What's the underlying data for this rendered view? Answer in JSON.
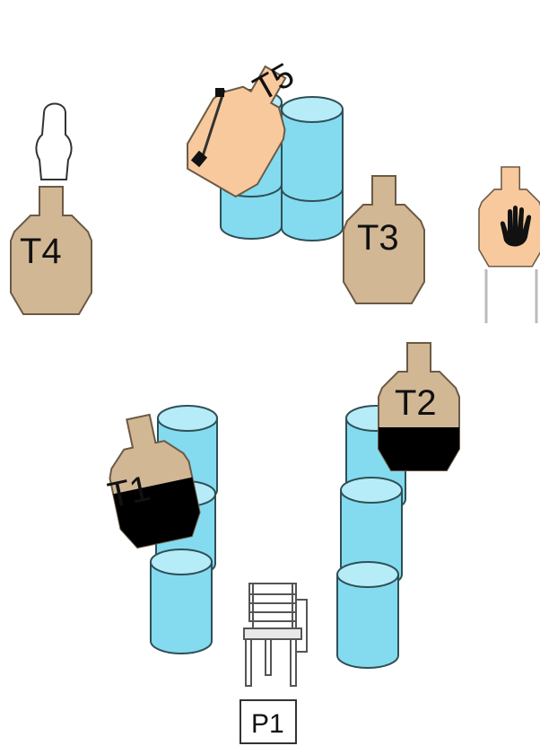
{
  "colors": {
    "target_tan": "#d2b795",
    "target_outline": "#6b5a45",
    "no_shoot_peach": "#f8c99d",
    "barrel_fill": "#84dbef",
    "barrel_top": "#b5ecf7",
    "barrel_outline": "#2f4f57",
    "hard_cover": "#000000",
    "start_box_border": "#333333"
  },
  "targets": {
    "t1": "T1",
    "t2": "T2",
    "t3": "T3",
    "t4": "T4",
    "t5": "T5"
  },
  "no_shoot_icon": "hand-icon",
  "start_position": "P1"
}
